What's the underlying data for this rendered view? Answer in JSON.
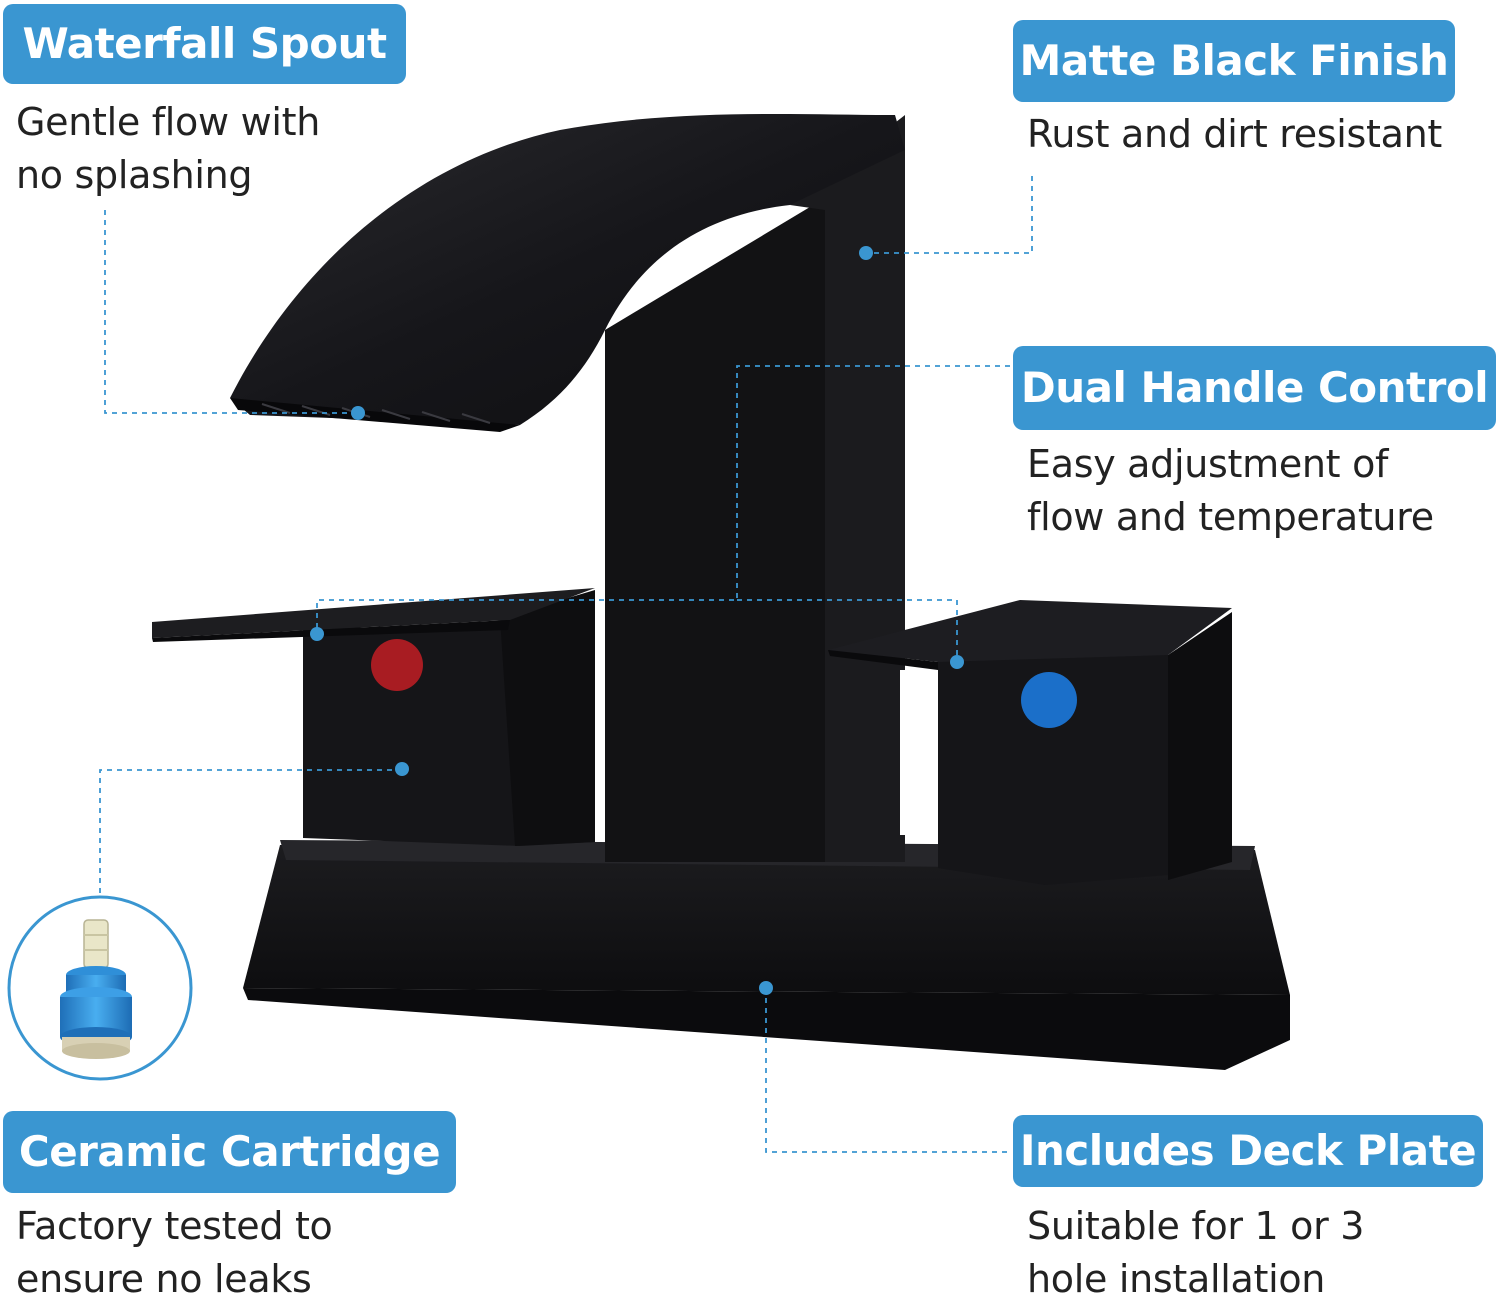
{
  "colors": {
    "accent": "#3a96d1",
    "faucet_black": "#141416",
    "hot_indicator": "#a81c22",
    "cold_indicator": "#1b6fc9",
    "cartridge_blue": "#2c93dd"
  },
  "features": {
    "waterfall_spout": {
      "title": "Waterfall Spout",
      "desc_line1": "Gentle flow with",
      "desc_line2": "no splashing"
    },
    "matte_black_finish": {
      "title": "Matte Black Finish",
      "desc_line1": "Rust and dirt resistant"
    },
    "dual_handle_control": {
      "title": "Dual Handle Control",
      "desc_line1": "Easy adjustment of",
      "desc_line2": "flow and temperature"
    },
    "ceramic_cartridge": {
      "title": "Ceramic Cartridge",
      "desc_line1": "Factory tested to",
      "desc_line2": "ensure no leaks"
    },
    "includes_deck_plate": {
      "title": "Includes Deck Plate",
      "desc_line1": "Suitable for 1 or 3",
      "desc_line2": "hole installation"
    }
  },
  "icons": {
    "product": "faucet-illustration",
    "cartridge": "ceramic-cartridge-icon",
    "callout_dot": "callout-dot-icon"
  }
}
